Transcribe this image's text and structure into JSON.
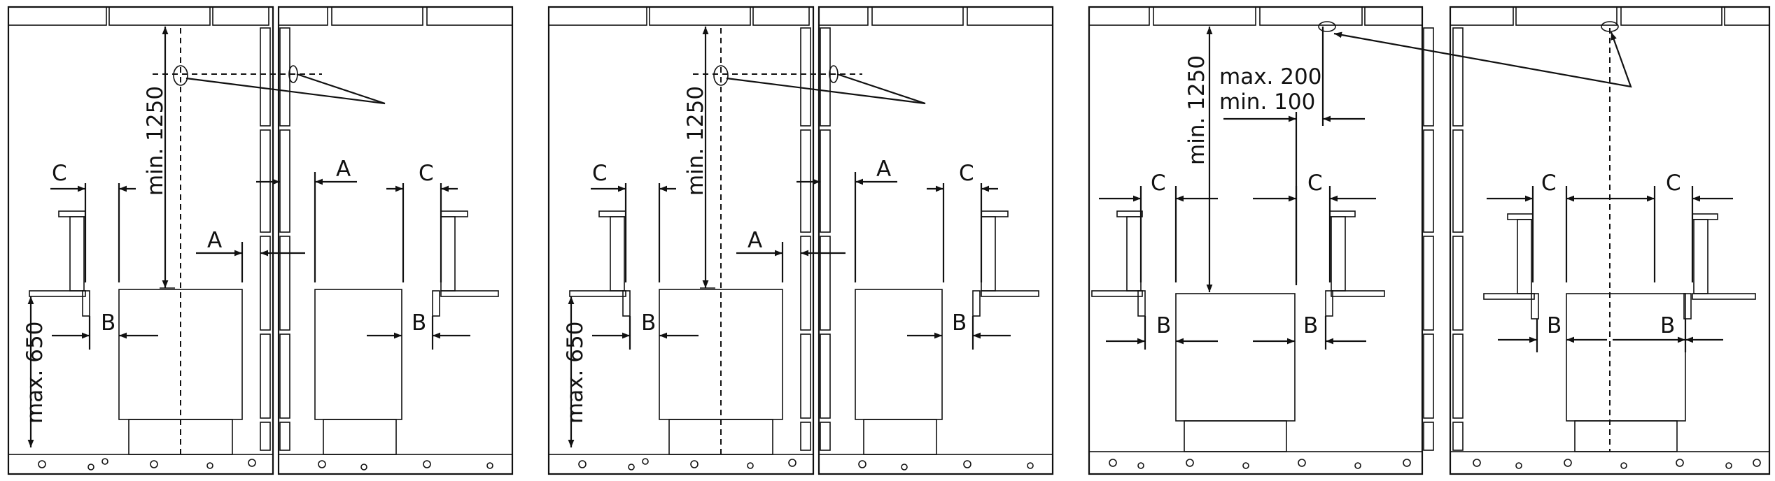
{
  "labels": {
    "A": "A",
    "B": "B",
    "C": "C",
    "min_1250": "min. 1250",
    "max_650": "max. 650",
    "max_200": "max. 200",
    "min_100": "min. 100"
  },
  "colors": {
    "line": "#111111",
    "floor": "#d9d9d9",
    "heater_light": "#f4f4f4",
    "heater_dark": "#9a9a9a"
  }
}
